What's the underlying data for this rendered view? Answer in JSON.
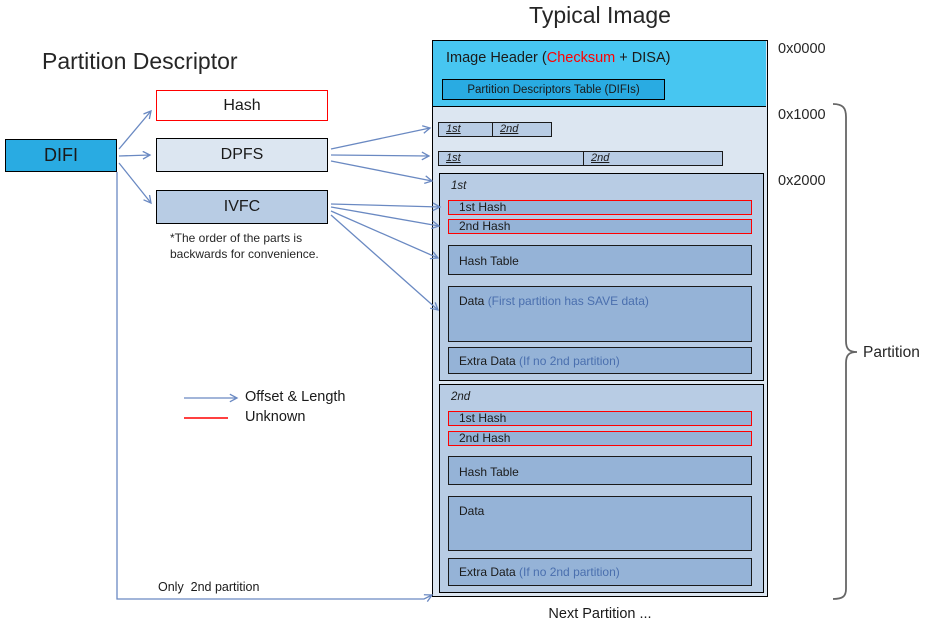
{
  "left": {
    "title": "Partition Descriptor",
    "difi": "DIFI",
    "hash": "Hash",
    "dpfs": "DPFS",
    "ivfc": "IVFC",
    "note1": "*The order of the parts is",
    "note2": "backwards for convenience.",
    "only_2nd": "Only  2nd partition"
  },
  "legend": {
    "arrow_label": "Offset & Length",
    "red_label": "Unknown"
  },
  "right": {
    "title": "Typical Image",
    "header_pre": "Image Header (",
    "header_checksum": "Checksum",
    "header_post": " + DISA)",
    "pdt": "Partition Descriptors Table (DIFIs)",
    "offsets": [
      "0x0000",
      "0x1000",
      "0x2000"
    ],
    "row1": {
      "first": "1st",
      "second": "2nd"
    },
    "row2": {
      "first": "1st",
      "second": "2nd"
    },
    "p1": {
      "label": "1st",
      "hash1": "1st Hash",
      "hash2": "2nd Hash",
      "hash_table": "Hash Table",
      "data": "Data ",
      "data_note": "(First partition has SAVE data)",
      "extra": "Extra Data ",
      "extra_note": "(If no 2nd partition)"
    },
    "p2": {
      "label": "2nd",
      "hash1": "1st Hash",
      "hash2": "2nd Hash",
      "hash_table": "Hash Table",
      "data": "Data",
      "extra": "Extra Data ",
      "extra_note": "(If no 2nd partition)"
    },
    "bracket_label": "Partition",
    "next_partition": "Next Partition ..."
  },
  "colors": {
    "cyan": "#29abe2",
    "cyan_light": "#47c6f1",
    "blue_light": "#dce6f1",
    "blue_mid": "#b8cce4",
    "blue_dark": "#95b3d7",
    "arrow_blue": "#6a89c2",
    "unknown_red": "#ff0000",
    "paren_blue": "#4a6fae"
  }
}
